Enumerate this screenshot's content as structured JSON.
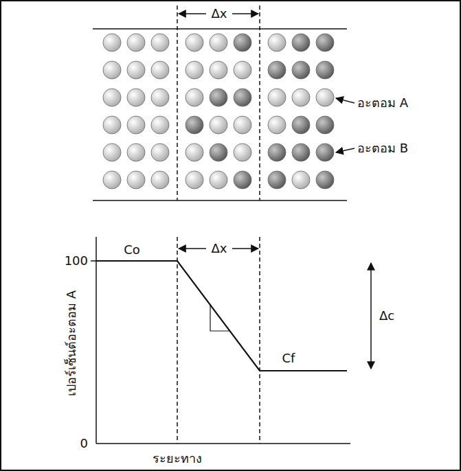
{
  "diagram": {
    "labels": [
      "Δx",
      "อะตอม A",
      "อะตอม B",
      "100",
      "Co",
      "Δx",
      "Δc",
      "Cf",
      "0",
      "เปอร์เซ็นต์อะตอม A",
      "ระยะทาง"
    ]
  }
}
